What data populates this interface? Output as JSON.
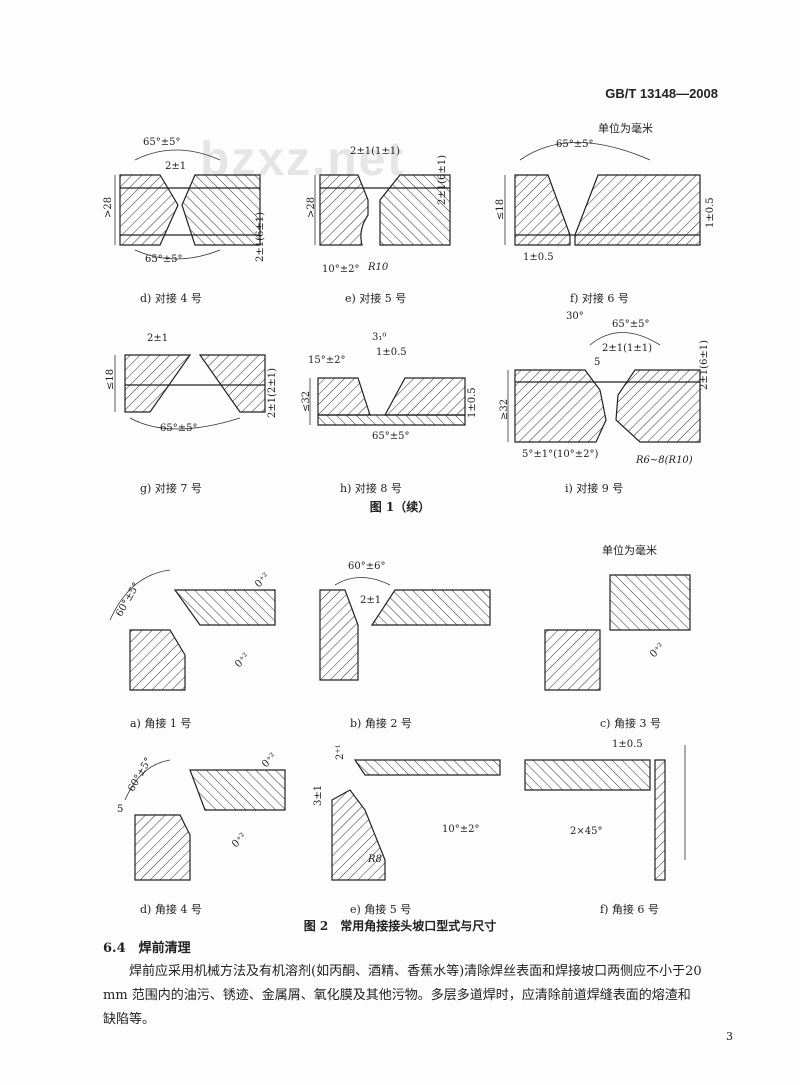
{
  "header": {
    "standard_number": "GB/T 13148—2008"
  },
  "watermark": "bzxz.net",
  "figure1": {
    "units_note": "单位为毫米",
    "caption": "图 1（续）",
    "panels": {
      "d": {
        "caption": "d) 对接 4 号",
        "labels": [
          "65°±5°",
          "2±1",
          "65°±5°",
          ">28",
          "2±1(6±1)"
        ]
      },
      "e": {
        "caption": "e) 对接 5 号",
        "labels": [
          "2±1(1±1)",
          "2±1(6±1)",
          ">28",
          "10°±2°",
          "R10"
        ]
      },
      "f": {
        "caption": "f) 对接 6 号",
        "labels": [
          "65°±5°",
          "≤18",
          "1±0.5",
          "1±0.5"
        ]
      },
      "g": {
        "caption": "g) 对接 7 号",
        "labels": [
          "2±1",
          "≤18",
          "65°±5°",
          "2±1(2±1)"
        ]
      },
      "h": {
        "caption": "h) 对接 8 号",
        "labels": [
          "3₁⁰",
          "15°±2°",
          "1±0.5",
          "≤32",
          "1±0.5",
          "65°±5°"
        ]
      },
      "i": {
        "caption": "i) 对接 9 号",
        "labels": [
          "30°",
          "65°±5°",
          "2±1(1±1)",
          "5",
          "2±1(6±1)",
          "≥32",
          "5°±1°(10°±2°)",
          "R6~8(R10)"
        ]
      }
    }
  },
  "figure2": {
    "units_note": "单位为毫米",
    "caption": "图 2　常用角接接头坡口型式与尺寸",
    "panels": {
      "a": {
        "caption": "a) 角接 1 号",
        "labels": [
          "60°±5°",
          "0⁺²",
          "0⁺²"
        ]
      },
      "b": {
        "caption": "b) 角接 2 号",
        "labels": [
          "60°±6°",
          "2±1"
        ]
      },
      "c": {
        "caption": "c) 角接 3 号",
        "labels": [
          "0⁺²"
        ]
      },
      "d": {
        "caption": "d) 角接 4 号",
        "labels": [
          "60°±5°",
          "0⁺²",
          "5",
          "0⁺²"
        ]
      },
      "e": {
        "caption": "e) 角接 5 号",
        "labels": [
          "2⁺¹",
          "3±1",
          "10°±2°",
          "R8"
        ]
      },
      "f": {
        "caption": "f) 角接 6 号",
        "labels": [
          "1±0.5",
          "2×45°"
        ]
      }
    }
  },
  "section": {
    "heading": "6.4　焊前清理",
    "paragraph": "焊前应采用机械方法及有机溶剂(如丙酮、酒精、香蕉水等)清除焊丝表面和焊接坡口两侧应不小于20 mm 范围内的油污、锈迹、金属屑、氧化膜及其他污物。多层多道焊时，应清除前道焊缝表面的熔渣和缺陷等。"
  },
  "page_number": "3"
}
